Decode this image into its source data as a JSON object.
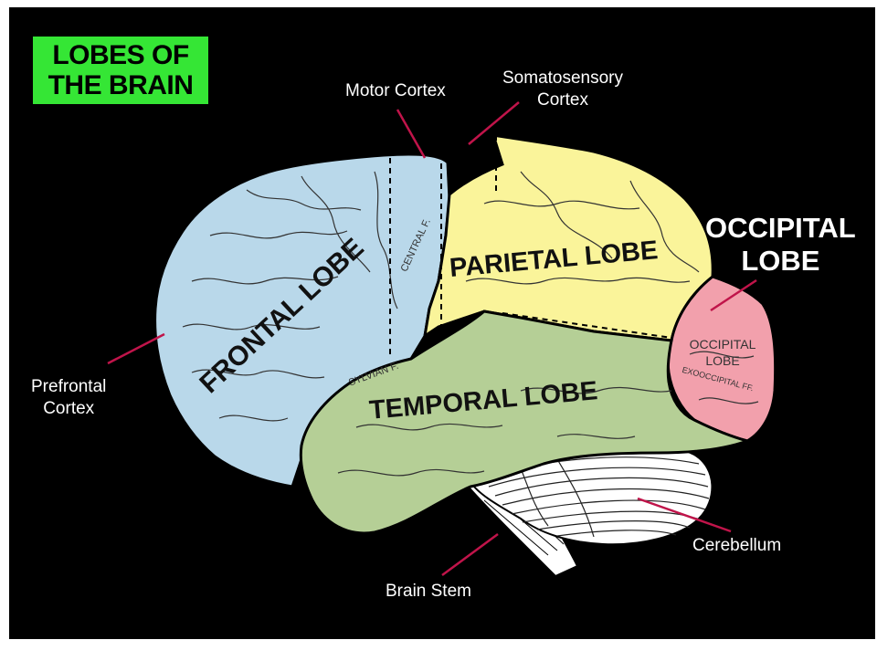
{
  "title": {
    "line1": "LOBES OF",
    "line2": "THE BRAIN"
  },
  "labels": {
    "motor_cortex": "Motor Cortex",
    "somatosensory_line1": "Somatosensory",
    "somatosensory_line2": "Cortex",
    "occipital_line1": "OCCIPITAL",
    "occipital_line2": "LOBE",
    "prefrontal_line1": "Prefrontal",
    "prefrontal_line2": "Cortex",
    "cerebellum": "Cerebellum",
    "brain_stem": "Brain Stem"
  },
  "lobes": {
    "frontal": "FRONTAL LOBE",
    "parietal": "PARIETAL LOBE",
    "temporal": "TEMPORAL LOBE",
    "occipital_line1": "OCCIPITAL",
    "occipital_line2": "LOBE"
  },
  "annotations": {
    "central": "CENTRAL F.",
    "sylvian": "SYLVIAN F.",
    "exooccipital": "EXOOCCIPITAL FF."
  },
  "colors": {
    "frontal": "#b9d8ea",
    "parietal": "#faf49a",
    "temporal": "#b5cf96",
    "occipital": "#f2a0ac",
    "cerebellum": "#ffffff",
    "leader": "#c0144a",
    "title_bg": "#35e635"
  }
}
